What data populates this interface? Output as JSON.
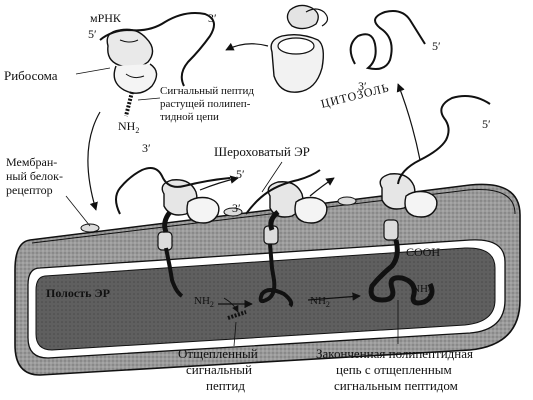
{
  "labels": {
    "mrna": "мРНК",
    "ribosome": "Рибосома",
    "signal_peptide_line1": "Сигнальный пептид",
    "signal_peptide_line2": "растущей полипеп-",
    "signal_peptide_line3": "тидной цепи",
    "nh2_top": "NH",
    "cytosol": "ЦИТОЗОЛЬ",
    "membrane_receptor_line1": "Мембран-",
    "membrane_receptor_line2": "ный белок-",
    "membrane_receptor_line3": "рецептор",
    "rough_er": "Шероховатый ЭР",
    "er_lumen": "Полость ЭР",
    "nh2_a": "NH",
    "nh2_b": "NH",
    "nh2_c": "NH",
    "cooh": "COOH",
    "cleaved_line1": "Отщепленный",
    "cleaved_line2": "сигнальный",
    "cleaved_line3": "пептид",
    "finished_line1": "Законченная полипептидная",
    "finished_line2": "цепь с отщепленным",
    "finished_line3": "сигнальным пептидом",
    "sub2": "2",
    "end5": "5′",
    "end3": "3′"
  }
}
